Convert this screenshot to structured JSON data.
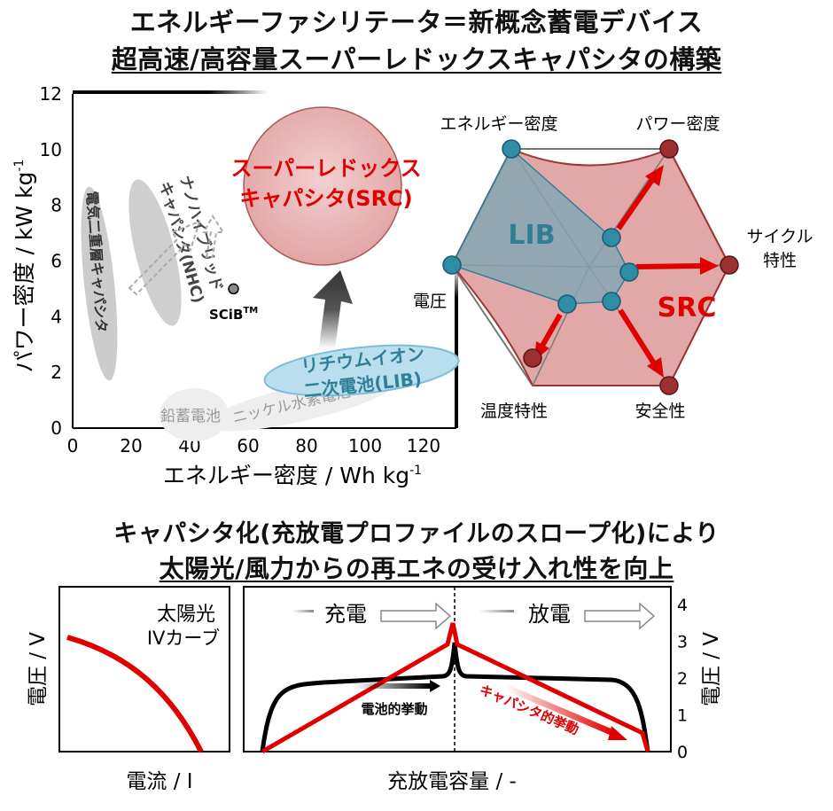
{
  "titles": {
    "line1": "エネルギーファシリテータ＝新概念蓄電デバイス",
    "line2": "超高速/高容量スーパーレドックスキャパシタの構築",
    "line3": "キャパシタ化(充放電プロファイルのスロープ化)により",
    "line4": "太陽光/風力からの再エネの受け入れ性を向上"
  },
  "ragone": {
    "xlabel": "エネルギー密度 / Wh kg",
    "xlabel_sup": "-1",
    "ylabel": "パワー密度 / kW kg",
    "ylabel_sup": "-1",
    "labels": {
      "src1": "スーパーレドックス",
      "src2": "キャパシタ(SRC)",
      "lib1": "リチウムイオン",
      "lib2": "二次電池(LIB)",
      "nimh": "ニッケル水素電池",
      "lead": "鉛蓄電池",
      "scib": "SCiB",
      "scib_tm": "TM",
      "edlc": "電気二重層キャパシタ",
      "nhc1": "ナノハイブリッド",
      "nhc2": "キャパシタ(NHC)"
    },
    "colors": {
      "src": "#e00000",
      "lib": "#2f7f99"
    }
  },
  "radar": {
    "axes": [
      "エネルギー密度",
      "パワー密度",
      "サイクル",
      "特性",
      "安全性",
      "温度特性",
      "電圧"
    ],
    "lib_label": "LIB",
    "src_label": "SRC"
  },
  "iv_panel": {
    "label1": "太陽光",
    "label2": "IVカーブ",
    "ylabel": "電圧 / V",
    "xlabel": "電流 / I"
  },
  "profile_panel": {
    "charge": "充電",
    "discharge": "放電",
    "battery": "電池的挙動",
    "capacitor": "キャパシタ的挙動",
    "xlabel": "充放電容量 / -",
    "ylabel": "電圧 / V"
  },
  "chart_data": {
    "type": "scatter",
    "xlabel": "エネルギー密度 / Wh kg-1",
    "ylabel": "パワー密度 / kW kg-1",
    "xlim": [
      0,
      130
    ],
    "ylim": [
      0,
      12
    ],
    "x_ticks": [
      "0",
      "20",
      "40",
      "60",
      "80",
      "100",
      "120"
    ],
    "y_ticks": [
      "0",
      "2",
      "4",
      "6",
      "8",
      "10",
      "12"
    ],
    "points": [
      {
        "name": "SCiB",
        "x": 55,
        "y": 5
      }
    ],
    "grid": false
  },
  "profile_chart": {
    "y_ticks": [
      "0",
      "1",
      "2",
      "3",
      "4"
    ],
    "ylim": [
      0,
      4
    ]
  }
}
